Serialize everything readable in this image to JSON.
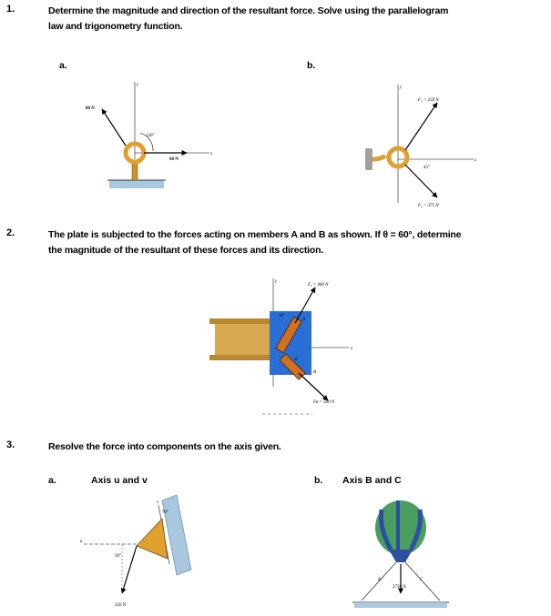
{
  "problems": [
    {
      "number": "1.",
      "text_line1": "Determine the magnitude and direction of the resultant force.  Solve using the parallelogram",
      "text_line2": "law and trigonometry function.",
      "parts": [
        {
          "label": "a.",
          "labels": {
            "force_1": "80 N",
            "force_2": "60 N",
            "angle": "120°",
            "axis_x": "x",
            "axis_y": "y"
          }
        },
        {
          "label": "b.",
          "labels": {
            "force_1": "F₁ = 250 N",
            "force_2": "F₂ = 375 N",
            "angle": "45°",
            "axis_x": "x",
            "axis_y": "y"
          }
        }
      ]
    },
    {
      "number": "2.",
      "text_line1": "The plate is subjected to the forces acting on members A and B as shown.  If θ = 60°, determine",
      "text_line2": "the magnitude of the resultant of these forces and its direction.",
      "figure_labels": {
        "force_a": "Fₐ = 400 N",
        "force_b": "Fʙ = 500 N",
        "angle": "30°",
        "theta": "θ",
        "member_a": "A",
        "member_b": "B",
        "axis_x": "x",
        "axis_y": "y"
      }
    },
    {
      "number": "3.",
      "text": "Resolve the force into components on the axis given.",
      "parts": [
        {
          "label": "a.",
          "caption": "Axis u and v",
          "labels": {
            "force": "250 N",
            "angle_1": "30°",
            "angle_2": "70°",
            "axis_u": "u",
            "axis_v": "v"
          }
        },
        {
          "label": "b.",
          "caption": "Axis B and C",
          "labels": {
            "force": "2750 N",
            "member_b": "B",
            "member_c": "C"
          }
        }
      ]
    }
  ],
  "colors": {
    "text": "#000000",
    "hook_orange": "#e0a030",
    "support_blue": "#a8c8e0",
    "plate_blue": "#2a6fd6",
    "beam_tan": "#d8a850",
    "wall_gray": "#a0a0a0",
    "balloon_green": "#4a9e60",
    "balloon_blue": "#2d4fa0"
  }
}
